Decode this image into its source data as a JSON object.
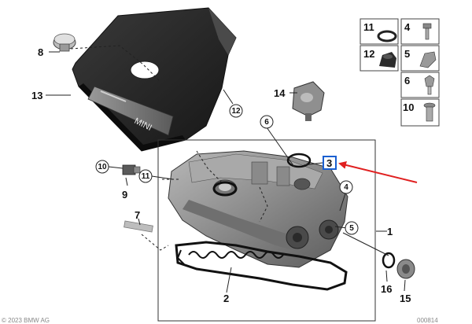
{
  "parts": {
    "p1": "1",
    "p2": "2",
    "p3": "3",
    "p4": "4",
    "p5": "5",
    "p6": "6",
    "p7": "7",
    "p8": "8",
    "p9": "9",
    "p10": "10",
    "p11": "11",
    "p12": "12",
    "p13": "13",
    "p14": "14",
    "p15": "15",
    "p16": "16"
  },
  "cover_brand": "MINI",
  "legend": [
    {
      "left": "11",
      "right": "4"
    },
    {
      "left": "12",
      "right": "5"
    },
    {
      "left": "",
      "right": "6"
    },
    {
      "left": "",
      "right": "10"
    }
  ],
  "highlight": {
    "part": "3",
    "color": "#1a5fd0",
    "arrow_color": "#e02020"
  },
  "footer": {
    "left": "© 2023 BMW AG",
    "right": "000814"
  }
}
